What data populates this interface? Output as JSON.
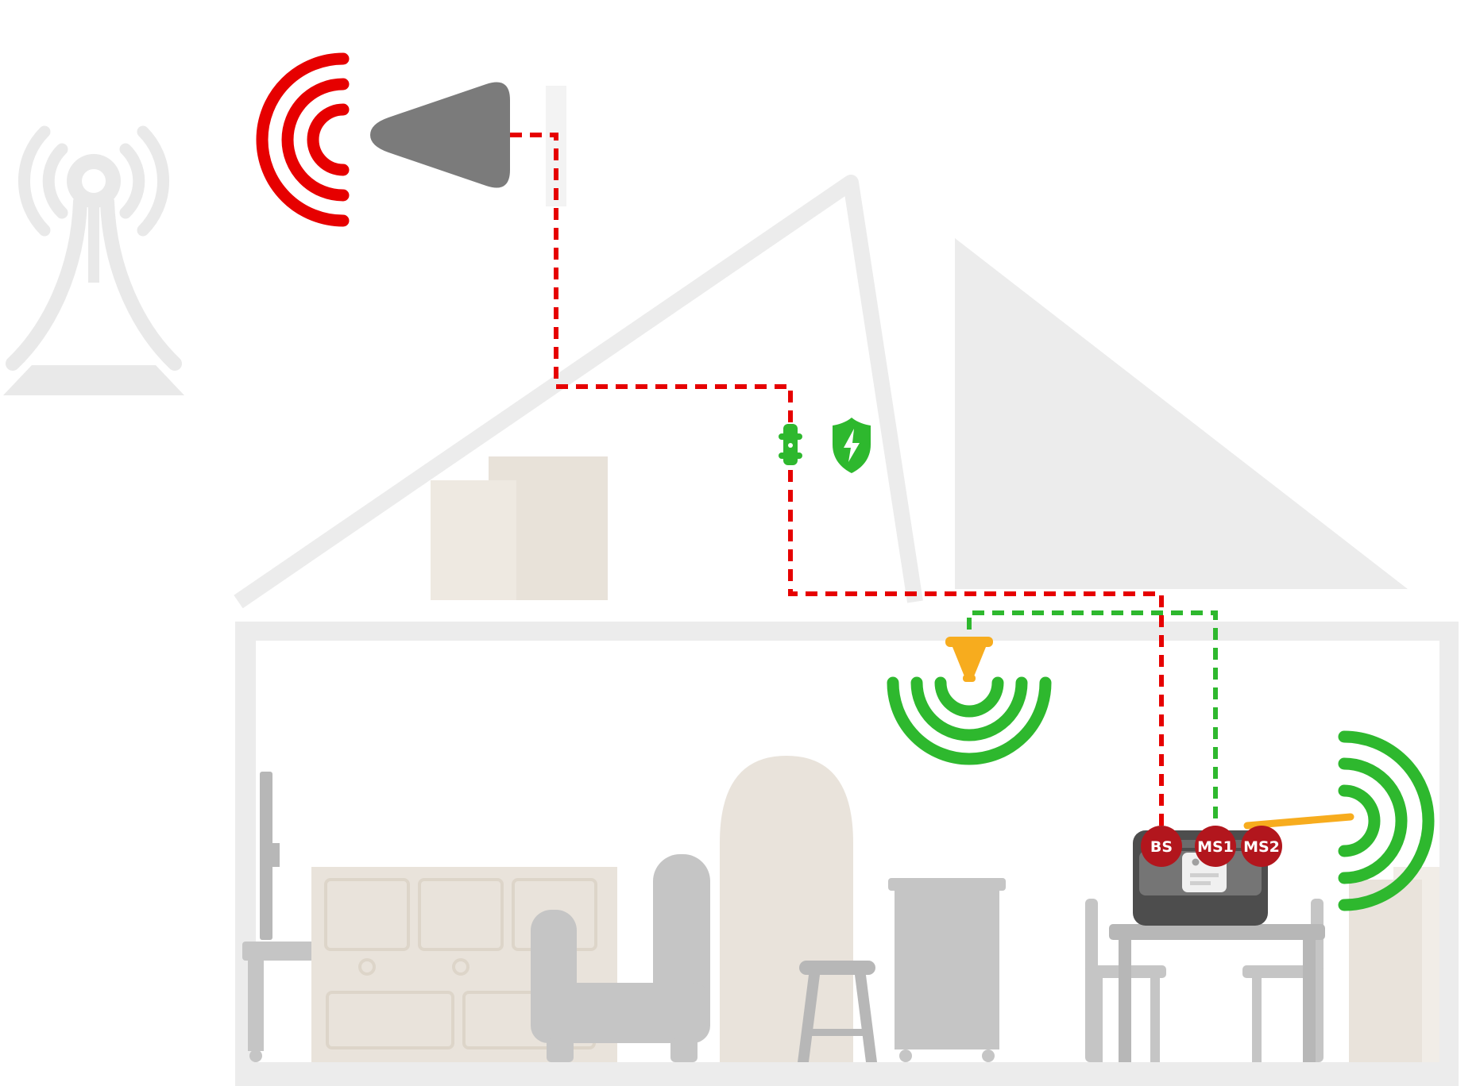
{
  "diagram": {
    "type": "diagram",
    "ports": [
      {
        "id": "bs",
        "label": "BS"
      },
      {
        "id": "ms1",
        "label": "MS1"
      },
      {
        "id": "ms2",
        "label": "MS2"
      }
    ],
    "icons": [
      {
        "name": "cell-tower-icon"
      },
      {
        "name": "tower-signal-waves-icon",
        "color": "#e60000"
      },
      {
        "name": "outdoor-antenna-icon"
      },
      {
        "name": "antenna-mast"
      },
      {
        "name": "surge-protector-icon",
        "color": "#2eb82e"
      },
      {
        "name": "lightning-shield-icon",
        "color": "#2eb82e"
      },
      {
        "name": "indoor-antenna-icon",
        "color": "#f7ac1e"
      },
      {
        "name": "indoor-signal-waves-icon",
        "color": "#2eb82e"
      },
      {
        "name": "booster-unit"
      },
      {
        "name": "whip-antenna-icon",
        "color": "#f7ac1e"
      },
      {
        "name": "booster-signal-waves-icon",
        "color": "#2eb82e"
      }
    ],
    "cables": [
      {
        "name": "donor-cable",
        "color": "#e60000",
        "style": "dashed"
      },
      {
        "name": "indoor-cable",
        "color": "#2eb82e",
        "style": "dashed"
      }
    ],
    "colors": {
      "signal_red": "#e60000",
      "signal_green": "#2eb82e",
      "accent_yellow": "#f7ac1e",
      "port_red": "#b2161d",
      "booster_dark": "#4d4d4d",
      "antenna_gray": "#7b7b7b",
      "house_gray": "#ececec",
      "tower_gray": "#e9e9e9",
      "furniture_gray": "#c5c5c5",
      "furniture_beige": "#e9e3db"
    }
  }
}
